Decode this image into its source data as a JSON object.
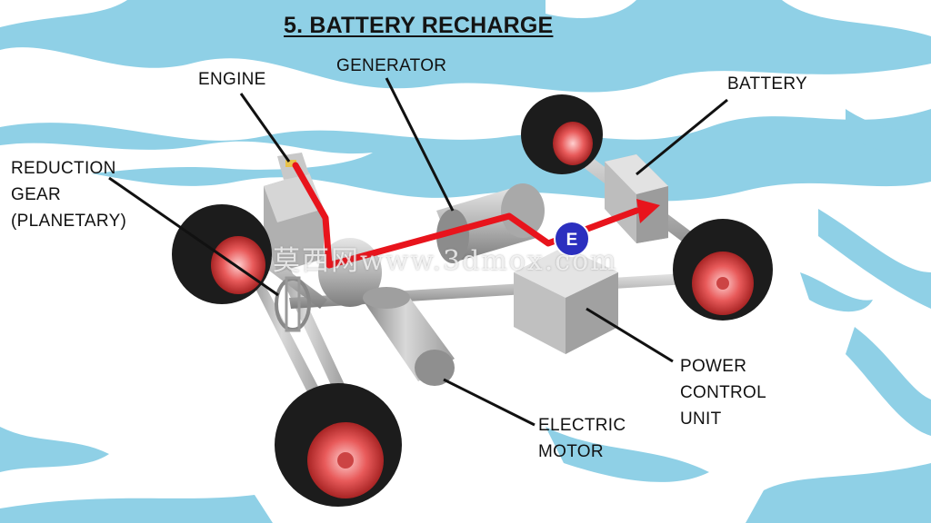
{
  "title": "5. BATTERY RECHARGE",
  "labels": {
    "engine": "ENGINE",
    "generator": "GENERATOR",
    "battery": "BATTERY",
    "reduction_gear": [
      "REDUCTION",
      "GEAR",
      "(PLANETARY)"
    ],
    "power_control_unit": [
      "POWER",
      "CONTROL",
      "UNIT"
    ],
    "electric_motor": [
      "ELECTRIC",
      "MOTOR"
    ]
  },
  "energy_badge": "E",
  "watermark": "莫西网www.3dmox.com",
  "colors": {
    "background_blue": "#8fd0e6",
    "energy_flow": "#e8141c",
    "badge": "#2b2fbf",
    "metal": "#b9b9b9",
    "tire": "#1c1c1c",
    "rim": "#e85a5a"
  }
}
